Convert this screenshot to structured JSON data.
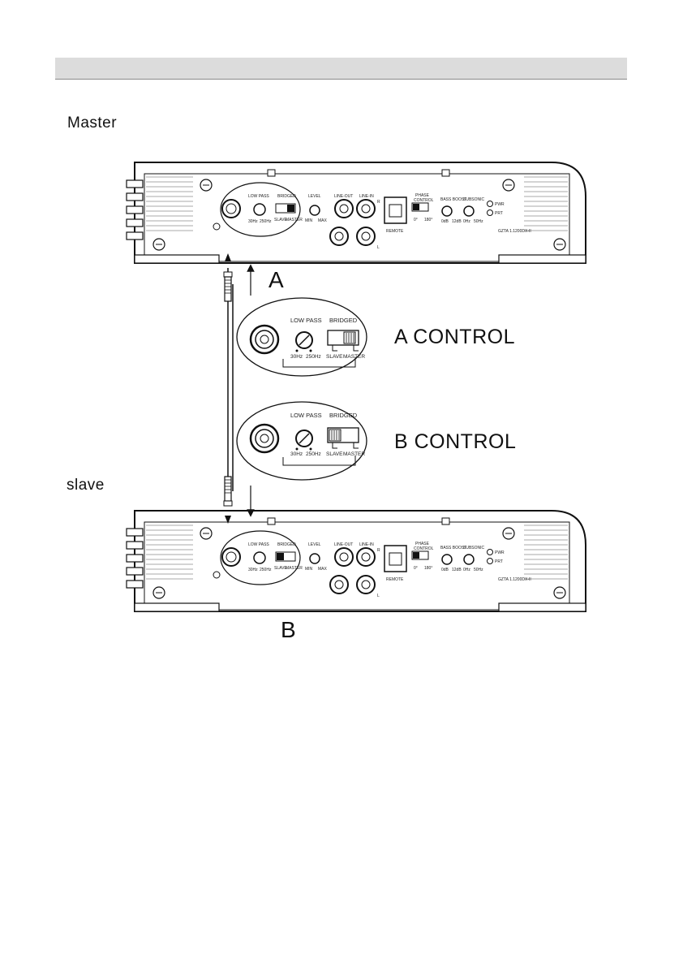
{
  "page": {
    "master_label": "Master",
    "slave_label": "slave",
    "arrow_a_label": "A",
    "arrow_b_label": "B",
    "a_control_label": "A CONTROL",
    "b_control_label": "B CONTROL"
  },
  "amplifier": {
    "low_pass": "LOW PASS",
    "bridged": "BRIDGED",
    "level": "LEVEL",
    "line_out": "LINE-OUT",
    "line_in": "LINE-IN",
    "phase_control_1": "PHASE",
    "phase_control_2": "CONTROL",
    "bass_boost": "BASS BOOST",
    "subsonic": "SUBSONIC",
    "pwr": "PWR",
    "prt": "PRT",
    "hz30": "30Hz",
    "hz250": "250Hz",
    "slave": "SLAVE",
    "master": "MASTER",
    "min": "MIN",
    "max": "MAX",
    "deg0": "0°",
    "deg180": "180°",
    "db0": "0dB",
    "db12": "12dB",
    "hz0": "0Hz",
    "hz50": "50Hz",
    "remote": "REMOTE",
    "model": "GZTA 1.1200DX-II",
    "r": "R",
    "l": "L"
  },
  "zoom": {
    "low_pass": "LOW PASS",
    "bridged": "BRIDGED",
    "hz30": "30Hz",
    "hz250": "250Hz",
    "slave": "SLAVE",
    "master": "MASTER"
  }
}
